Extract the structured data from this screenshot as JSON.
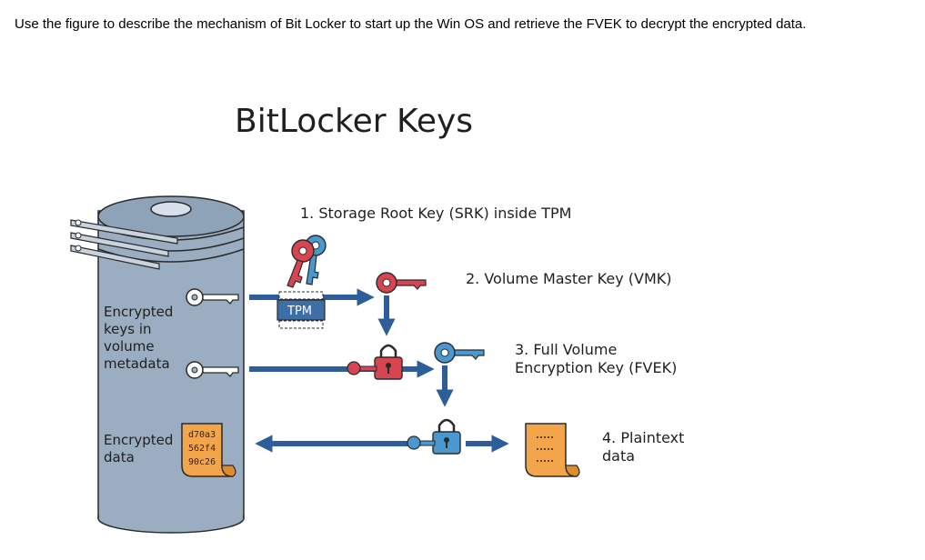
{
  "question": "Use the figure to describe the mechanism of Bit Locker to start up the Win OS and retrieve the FVEK to decrypt the encrypted data.",
  "diagram": {
    "title": "BitLocker Keys",
    "steps": {
      "srk": "1. Storage Root Key (SRK) inside TPM",
      "vmk": "2. Volume Master Key (VMK)",
      "fvek_line1": "3. Full Volume",
      "fvek_line2": "Encryption Key (FVEK)",
      "plain_line1": "4. Plaintext",
      "plain_line2": "data"
    },
    "tpm_label": "TPM",
    "drive": {
      "meta_line1": "Encrypted",
      "meta_line2": "keys in",
      "meta_line3": "volume",
      "meta_line4": "metadata",
      "data_line1": "Encrypted",
      "data_line2": "data",
      "cipher_1": "d70a3",
      "cipher_2": "562f4",
      "cipher_3": "90c26"
    },
    "colors": {
      "arrow_blue": "#2e5e9a",
      "key_red": "#d84552",
      "key_blue": "#4a98d0",
      "scroll_orange": "#f2a54a",
      "drive_gray": "#9aadc1"
    }
  }
}
